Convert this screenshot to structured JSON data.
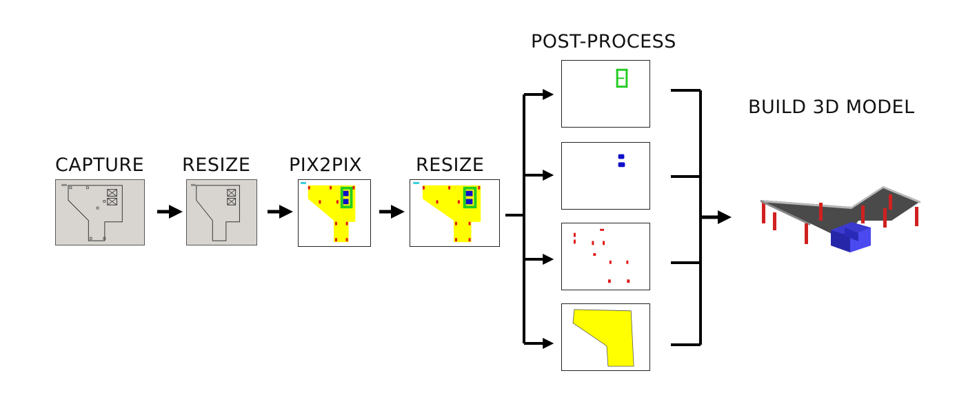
{
  "stages": {
    "capture": "CAPTURE",
    "resize_1": "RESIZE",
    "pix2pix": "PIX2PIX",
    "resize_2": "RESIZE",
    "post_process": "POST-PROCESS",
    "build_3d_model": "BUILD 3D MODEL"
  },
  "colors": {
    "slab_yellow": "#ffff00",
    "column_red": "#e01818",
    "core_blue": "#1010c8",
    "wall_green": "#22cc22",
    "paper_gray": "#d8d5d0",
    "arrow_black": "#000000",
    "model_slab": "#4a4a4a",
    "model_core": "#3a3ad0",
    "model_column": "#d02020"
  },
  "icons": {
    "flow_arrow": "right-arrow-icon"
  }
}
